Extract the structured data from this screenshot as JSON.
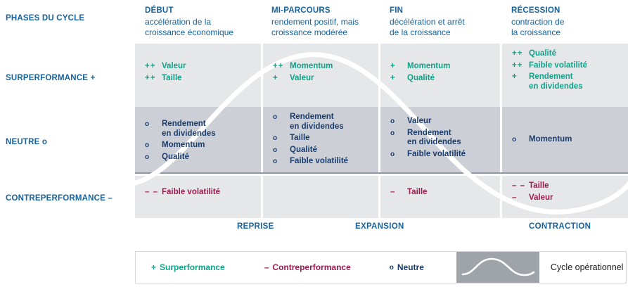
{
  "colors": {
    "blue": "#16639f",
    "navy": "#1b3c6e",
    "teal": "#12a189",
    "crimson": "#9e1b4f",
    "row_light": "#e6e7e8",
    "row_dark": "#ccd0d6",
    "swatch_grey": "#9fa4aa"
  },
  "row_labels": {
    "phases": "PHASES DU CYCLE",
    "surperformance": "SURPERFORMANCE +",
    "neutre": "NEUTRE o",
    "contreperformance": "CONTREPERFORMANCE –"
  },
  "columns": [
    {
      "title": "DÉBUT",
      "sub_line1": "accélération de la",
      "sub_line2": "croissance économique"
    },
    {
      "title": "MI-PARCOURS",
      "sub_line1": "rendement positif, mais",
      "sub_line2": "croissance modérée"
    },
    {
      "title": "FIN",
      "sub_line1": "décélération et arrêt",
      "sub_line2": "de la croissance"
    },
    {
      "title": "RÉCESSION",
      "sub_line1": "contraction de",
      "sub_line2": "la croissance"
    }
  ],
  "matrix": {
    "surperformance": [
      [
        {
          "sign": "++",
          "label": "Valeur"
        },
        {
          "sign": "++",
          "label": "Taille"
        }
      ],
      [
        {
          "sign": "++",
          "label": "Momentum"
        },
        {
          "sign": "+",
          "label": "Valeur"
        }
      ],
      [
        {
          "sign": "+",
          "label": "Momentum"
        },
        {
          "sign": "+",
          "label": "Qualité"
        }
      ],
      [
        {
          "sign": "++",
          "label": "Qualité"
        },
        {
          "sign": "++",
          "label": "Faible volatilité"
        },
        {
          "sign": "+",
          "label": "Rendement",
          "label2": "en dividendes"
        }
      ]
    ],
    "neutre": [
      [
        {
          "sign": "o",
          "label": "Rendement",
          "label2": "en dividendes"
        },
        {
          "sign": "o",
          "label": "Momentum"
        },
        {
          "sign": "o",
          "label": "Qualité"
        }
      ],
      [
        {
          "sign": "o",
          "label": "Rendement",
          "label2": "en dividendes"
        },
        {
          "sign": "o",
          "label": "Taille"
        },
        {
          "sign": "o",
          "label": "Qualité"
        },
        {
          "sign": "o",
          "label": "Faible volatilité"
        }
      ],
      [
        {
          "sign": "o",
          "label": "Valeur"
        },
        {
          "sign": "o",
          "label": "Rendement",
          "label2": "en dividendes"
        },
        {
          "sign": "o",
          "label": "Faible volatilité"
        }
      ],
      [
        {
          "sign": "o",
          "label": "Momentum"
        }
      ]
    ],
    "contreperformance": [
      [
        {
          "sign": "– –",
          "label": "Faible volatilité"
        }
      ],
      [],
      [
        {
          "sign": "–",
          "label": "Taille"
        }
      ],
      [
        {
          "sign": "– –",
          "label": "Taille"
        },
        {
          "sign": "–",
          "label": "Valeur"
        }
      ]
    ]
  },
  "phases": [
    {
      "label": "REPRISE"
    },
    {
      "label": "EXPANSION"
    },
    {
      "label": "CONTRACTION"
    }
  ],
  "legend": {
    "surperformance_sign": "+",
    "surperformance_label": "Surperformance",
    "contreperformance_sign": "–",
    "contreperformance_label": "Contreperformance",
    "neutre_sign": "o",
    "neutre_label": "Neutre",
    "cycle_label": "Cycle opérationnel"
  },
  "chart_data": {
    "type": "line",
    "title": "PHASES DU CYCLE",
    "series": [
      {
        "name": "Cycle opérationnel",
        "x": [
          0,
          0.25,
          0.5,
          0.75,
          1.0
        ],
        "y": [
          -1,
          0.5,
          1,
          0.2,
          -1
        ]
      }
    ],
    "categories": [
      "DÉBUT",
      "MI-PARCOURS",
      "FIN",
      "RÉCESSION"
    ],
    "xlabel": "",
    "ylabel": "",
    "grid": false,
    "legend_position": "bottom"
  }
}
